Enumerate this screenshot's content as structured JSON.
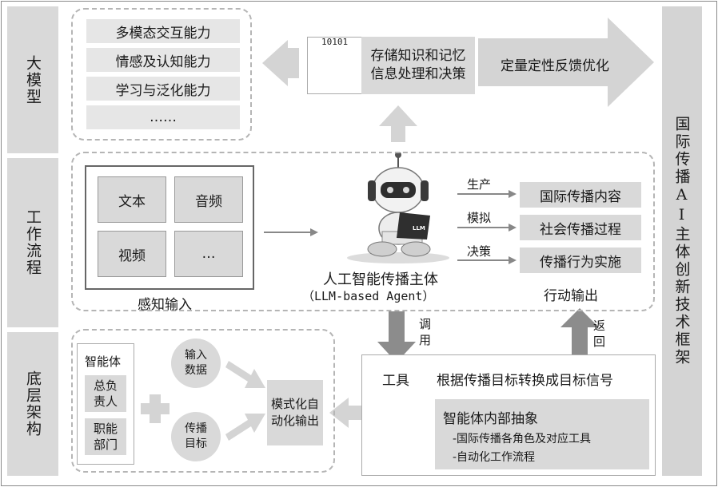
{
  "sidebar": {
    "large_model": "大模型",
    "workflow": "工作流程",
    "infrastructure": "底层架构"
  },
  "framework_title": "国际传播AI主体创新技术框架",
  "abilities": [
    "多模态交互能力",
    "情感及认知能力",
    "学习与泛化能力",
    "……"
  ],
  "memory_box": {
    "icon_text": "10101",
    "line1": "存储知识和记忆",
    "line2": "信息处理和决策"
  },
  "feedback_label": "定量定性反馈优化",
  "perception": {
    "items": [
      "文本",
      "音频",
      "视频",
      "…"
    ],
    "label": "感知输入"
  },
  "agent": {
    "title": "人工智能传播主体",
    "subtitle": "（LLM-based Agent）",
    "laptop_text": "LLM"
  },
  "actions": [
    {
      "verb": "生产",
      "output": "国际传播内容"
    },
    {
      "verb": "模拟",
      "output": "社会传播过程"
    },
    {
      "verb": "决策",
      "output": "传播行为实施"
    }
  ],
  "action_label": "行动输出",
  "call_label": "调用",
  "return_label": "返回",
  "tools_label": "工具",
  "signal_label": "根据传播目标转换成目标信号",
  "abstraction": {
    "title": "智能体内部抽象",
    "items": [
      "-国际传播各角色及对应工具",
      "-自动化工作流程"
    ]
  },
  "agent_structure": {
    "title": "智能体",
    "roles": [
      "总负责人",
      "职能部门"
    ]
  },
  "inputs": [
    "输入数据",
    "传播目标"
  ],
  "automation_output": "模式化自动化输出",
  "colors": {
    "panel_grey": "#d9d9d9",
    "arrow_grey": "#c8c8c8",
    "dash_grey": "#b5b5b5"
  }
}
